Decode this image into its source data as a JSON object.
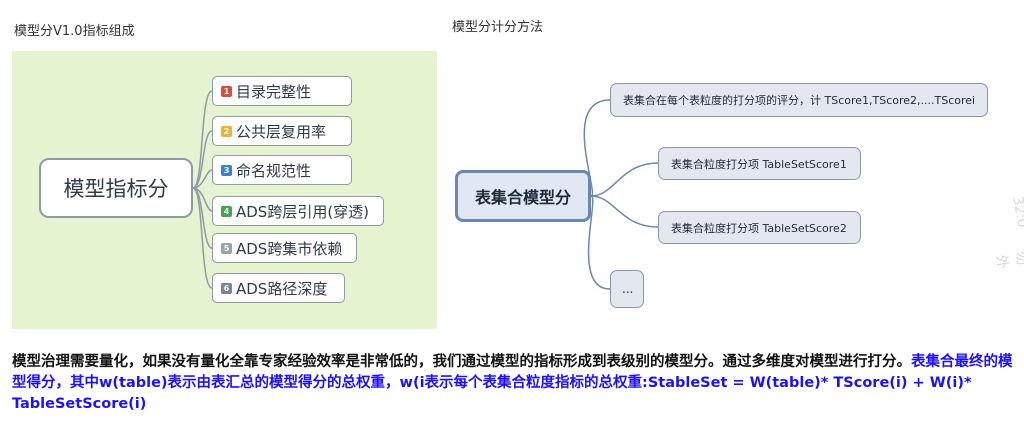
{
  "captions": {
    "left": "模型分V1.0指标组成",
    "right": "模型分计分方法"
  },
  "left_map": {
    "root": "模型指标分",
    "children": [
      {
        "num": "1",
        "label": "目录完整性",
        "color": "#e04a3c"
      },
      {
        "num": "2",
        "label": "公共层复用率",
        "color": "#f0b030"
      },
      {
        "num": "3",
        "label": "命名规范性",
        "color": "#3f7fd0"
      },
      {
        "num": "4",
        "label": "ADS跨层引用(穿透)",
        "color": "#3ea84a"
      },
      {
        "num": "5",
        "label": "ADS跨集市依赖",
        "color": "#9aa3ad"
      },
      {
        "num": "6",
        "label": "ADS路径深度",
        "color": "#7a8694"
      }
    ]
  },
  "right_map": {
    "root": "表集合模型分",
    "children": [
      "表集合在每个表粒度的打分项的评分，计 TScore1,TScore2,....TScorei",
      "表集合粒度打分项 TableSetScore1",
      "表集合粒度打分项 TableSetScore2",
      "..."
    ],
    "watermarks": [
      "32:0",
      "勿外"
    ]
  },
  "paragraph": {
    "black": "模型治理需要量化，如果没有量化全靠专家经验效率是非常低的，我们通过模型的指标形成到表级别的模型分。通过多维度对模型进行打分。",
    "blue": "表集合最终的模型得分，其中w(table)表示由表汇总的模型得分的总权重，w(i表示每个表集合粒度指标的总权重:StableSet = W(table)* TScore(i) + W(i)* TableSetScore(i)"
  }
}
